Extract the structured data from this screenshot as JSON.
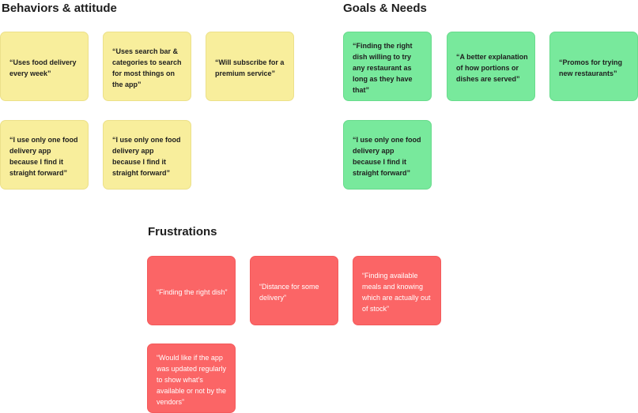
{
  "sections": {
    "behaviors": {
      "title": "Behaviors & attitude",
      "notes": [
        "“Uses food delivery every week”",
        "“Uses search bar & categories to search for most things on the app”",
        "“Will subscribe for a premium service”",
        "“I use only one food delivery app because I find it straight forward”",
        "“I use only one food delivery app because I find it straight forward”"
      ]
    },
    "goals": {
      "title": "Goals & Needs",
      "notes": [
        "“Finding the right dish willing to try any restaurant as long as they have that”",
        "“A better explanation of how portions or dishes are served”",
        "“Promos for trying new restaurants”",
        "“I use only one food delivery app because I find it straight forward”"
      ]
    },
    "frustrations": {
      "title": "Frustrations",
      "notes": [
        "“Finding the right dish”",
        "“Distance for some delivery”",
        "“Finding available meals and knowing which are actually out of stock”",
        "“Would like if the app was updated regularly to show what’s available or not by the vendors”"
      ]
    }
  },
  "colors": {
    "behaviors_note": "#f8ee9c",
    "goals_note": "#78e99c",
    "frustrations_note": "#fb6566"
  }
}
